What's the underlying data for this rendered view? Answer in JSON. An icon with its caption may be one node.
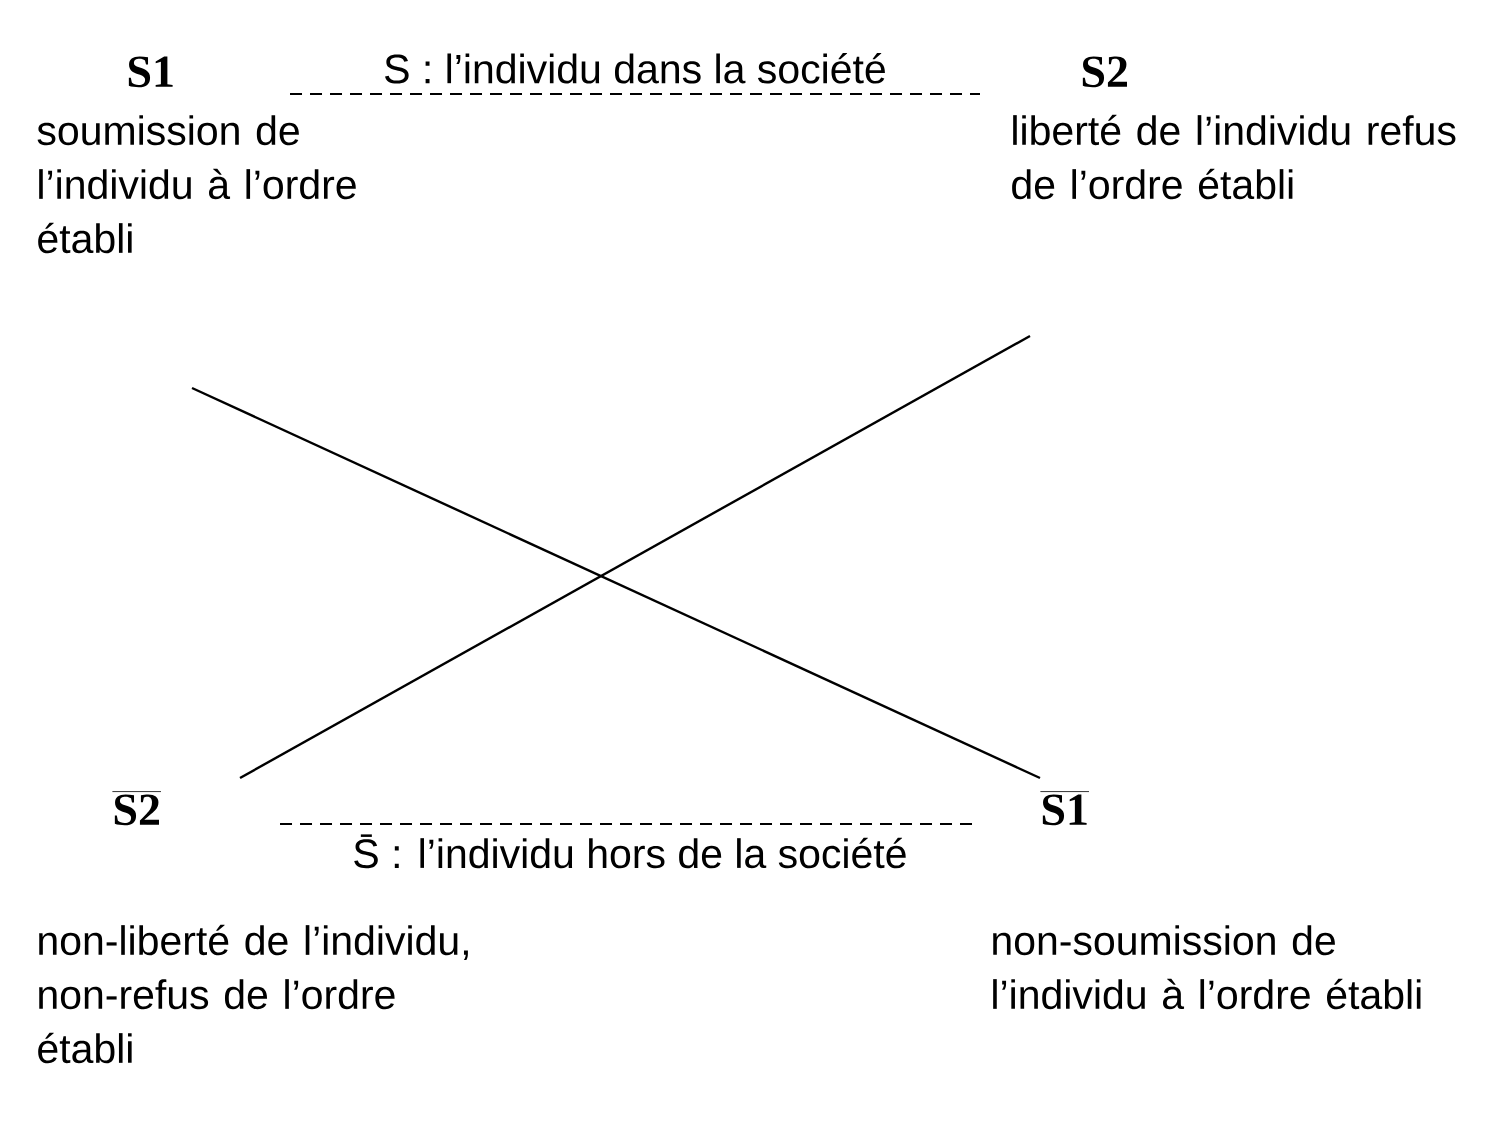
{
  "diagram": {
    "nodes": [
      {
        "text": [
          "S1",
          "soumission de l’individu à l’ordre établi"
        ]
      },
      {
        "text": [
          "S2",
          "liberté de l’individu refus de l’ordre établi"
        ]
      },
      {
        "text": [
          "\\overline{\\textbf{S2}}",
          "non-liberté de l’individu, non-refus de l’ordre établi"
        ]
      },
      {
        "text": [
          "\\overline{\\textbf{S1}}",
          "non-soumission de l’individu à l’ordre établi"
        ]
      }
    ],
    "edges": [
      {
        "from": 0,
        "to": 1,
        "arrow": "none",
        "style": "dashed",
        "label": "S : l’individu dans la société"
      },
      {
        "from": 0,
        "to": 3,
        "arrow": "none"
      },
      {
        "from": 1,
        "to": 2,
        "arrow": "none"
      },
      {
        "from": 2,
        "to": 3,
        "arrow": "none",
        "style": "dashed",
        "label": "S̄ : l’individu hors de la société"
      }
    ]
  }
}
